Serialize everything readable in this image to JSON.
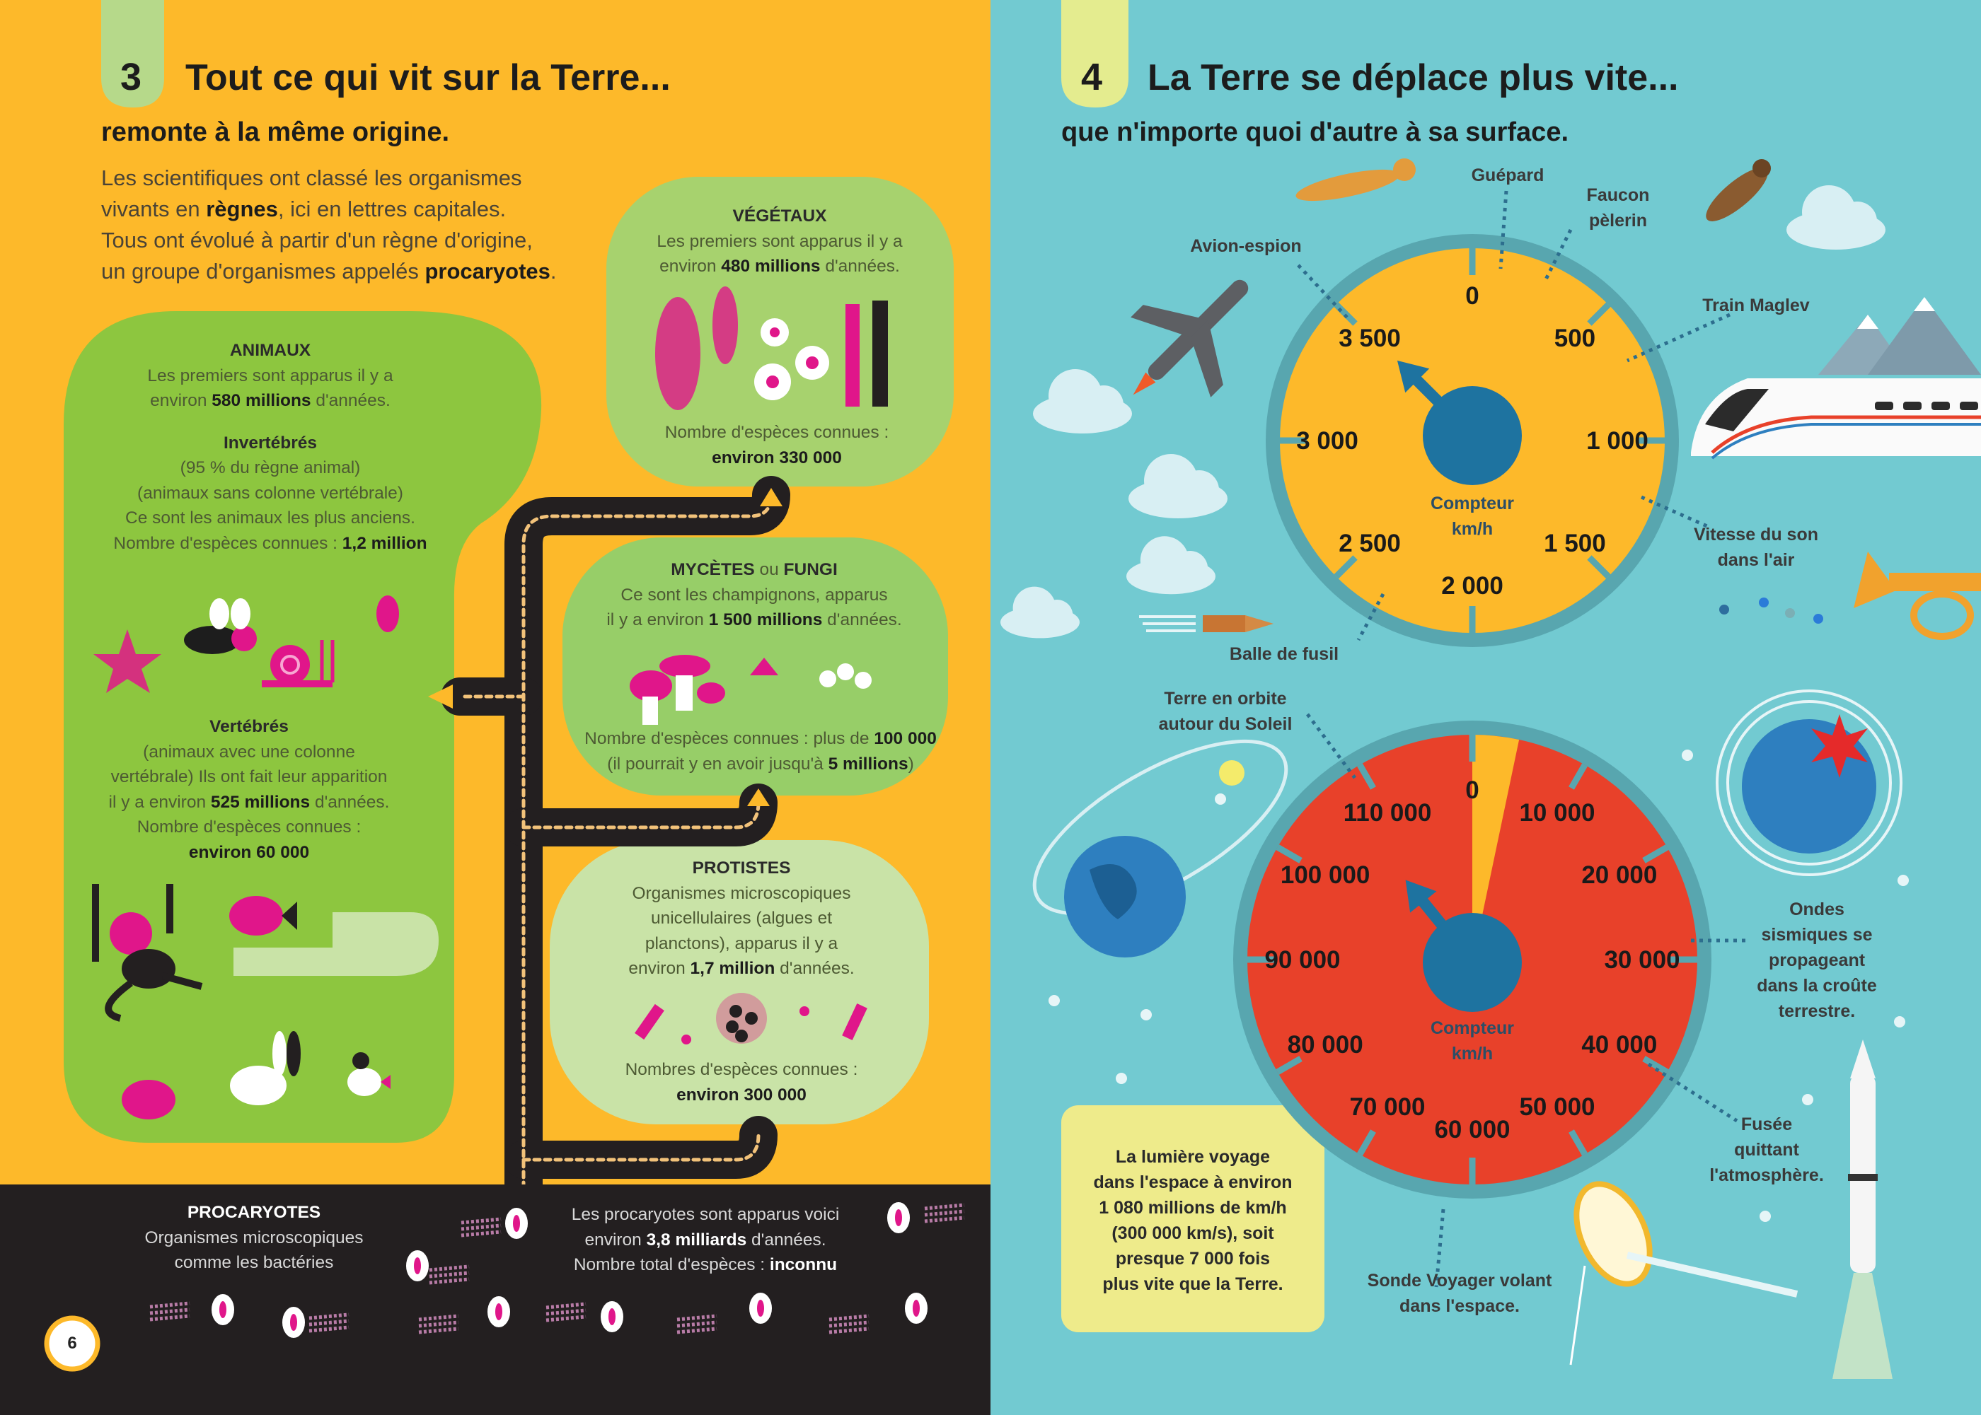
{
  "colors": {
    "left_bg": "#FDB92A",
    "right_bg": "#72CAD1",
    "green_animaux": "#8DC63F",
    "green_vegetaux": "#A7D26E",
    "green_mycetes": "#97CE68",
    "green_protistes": "#C9E3A7",
    "band": "#231F20",
    "gauge_ring": "#58A6AF",
    "gauge1_face": "#FDB92A",
    "gauge2_face": "#E8412A",
    "gauge_hub": "#1E73A0",
    "magenta": "#E0168A"
  },
  "left_page": {
    "section_number": "3",
    "title": "Tout ce qui vit sur la Terre...",
    "subtitle": "remonte à la même origine.",
    "intro": [
      [
        "Les scientifiques ont classé les organismes"
      ],
      [
        "vivants en ",
        {
          "b": "règnes"
        },
        ", ici en lettres capitales."
      ],
      [
        "Tous ont évolué à partir d'un règne d'origine,"
      ],
      [
        "un groupe d'organismes appelés ",
        {
          "b": "procaryotes"
        },
        "."
      ]
    ],
    "animaux": [
      [
        {
          "h": "ANIMAUX"
        }
      ],
      [
        "Les premiers sont apparus il y a"
      ],
      [
        "environ ",
        {
          "b": "580 millions"
        },
        " d'années."
      ],
      [],
      [
        {
          "h": "Invertébrés"
        }
      ],
      [
        "(95 % du règne animal)"
      ],
      [
        "(animaux sans colonne vertébrale)"
      ],
      [
        "Ce sont les animaux les plus anciens."
      ],
      [
        "Nombre d'espèces connues : ",
        {
          "b": "1,2 million"
        }
      ]
    ],
    "vertebres": [
      [
        {
          "h": "Vertébrés"
        }
      ],
      [
        "(animaux avec une colonne"
      ],
      [
        "vertébrale) Ils ont fait leur apparition"
      ],
      [
        "il y a environ ",
        {
          "b": "525 millions"
        },
        " d'années."
      ],
      [
        "Nombre d'espèces connues :"
      ],
      [
        {
          "b": "environ 60 000"
        }
      ]
    ],
    "vegetaux_top": [
      [
        {
          "h": "VÉGÉTAUX"
        }
      ],
      [
        "Les premiers sont apparus il y a"
      ],
      [
        "environ ",
        {
          "b": "480 millions"
        },
        " d'années."
      ]
    ],
    "vegetaux_count": [
      [
        "Nombre d'espèces connues :"
      ],
      [
        {
          "b": "environ 330 000"
        }
      ]
    ],
    "mycetes_top": [
      [
        {
          "h": "MYCÈTES"
        },
        " ou ",
        {
          "h": "FUNGI"
        }
      ],
      [
        "Ce sont les champignons, apparus"
      ],
      [
        "il y a environ ",
        {
          "b": "1 500 millions"
        },
        " d'années."
      ]
    ],
    "mycetes_count": [
      [
        "Nombre d'espèces connues : plus de ",
        {
          "b": "100 000"
        }
      ],
      [
        "(il pourrait y en avoir jusqu'à ",
        {
          "b": "5 millions"
        },
        ")"
      ]
    ],
    "protistes_top": [
      [
        {
          "h": "PROTISTES"
        }
      ],
      [
        "Organismes microscopiques"
      ],
      [
        "unicellulaires (algues et"
      ],
      [
        "planctons), apparus il y a"
      ],
      [
        "environ ",
        {
          "b": "1,7 million"
        },
        " d'années."
      ]
    ],
    "protistes_count": [
      [
        "Nombres d'espèces connues :"
      ],
      [
        {
          "b": "environ 300 000"
        }
      ]
    ],
    "procaryotes_left": [
      [
        {
          "h": "PROCARYOTES"
        }
      ],
      [
        "Organismes microscopiques"
      ],
      [
        "comme les bactéries"
      ]
    ],
    "procaryotes_right": [
      [
        "Les procaryotes sont apparus voici"
      ],
      [
        "environ ",
        {
          "b": "3,8 milliards"
        },
        " d'années."
      ],
      [
        "Nombre total d'espèces : ",
        {
          "b": "inconnu"
        }
      ]
    ],
    "page_number": "6"
  },
  "right_page": {
    "section_number": "4",
    "title": "La Terre se déplace plus vite...",
    "subtitle": "que n'importe quoi d'autre à sa surface.",
    "gauge1": {
      "ticks": [
        "0",
        "500",
        "1 000",
        "1 500",
        "2 000",
        "2 500",
        "3 000",
        "3 500"
      ],
      "max": 4000,
      "needle_value": 3500,
      "caption": [
        "Compteur",
        "km/h"
      ]
    },
    "gauge2": {
      "ticks": [
        "0",
        "10 000",
        "20 000",
        "30 000",
        "40 000",
        "50 000",
        "60 000",
        "70 000",
        "80 000",
        "90 000",
        "100 000",
        "110 000"
      ],
      "max": 120000,
      "needle_value": 107000,
      "highlight_range": [
        0,
        4000
      ],
      "caption": [
        "Compteur",
        "km/h"
      ]
    },
    "annotations": {
      "guepard": [
        [
          "Guépard"
        ]
      ],
      "faucon": [
        [
          "Faucon"
        ],
        [
          "pèlerin"
        ]
      ],
      "avion": [
        [
          "Avion-espion"
        ]
      ],
      "train": [
        [
          "Train Maglev"
        ]
      ],
      "son": [
        [
          "Vitesse du son"
        ],
        [
          "dans l'air"
        ]
      ],
      "balle": [
        [
          "Balle de fusil"
        ]
      ],
      "terre": [
        [
          "Terre en orbite"
        ],
        [
          "autour du Soleil"
        ]
      ],
      "ondes": [
        [
          "Ondes"
        ],
        [
          "sismiques se"
        ],
        [
          "propageant"
        ],
        [
          "dans la croûte"
        ],
        [
          "terrestre."
        ]
      ],
      "fusee": [
        [
          "Fusée"
        ],
        [
          "quittant"
        ],
        [
          "l'atmosphère."
        ]
      ],
      "sonde": [
        [
          "Sonde Voyager volant"
        ],
        [
          "dans l'espace."
        ]
      ]
    },
    "light_box": [
      [
        "La lumière voyage"
      ],
      [
        "dans l'espace à environ"
      ],
      [
        "1 080 millions de km/h"
      ],
      [
        "(300 000 km/s), soit"
      ],
      [
        "presque 7 000 fois"
      ],
      [
        "plus vite que la Terre."
      ]
    ]
  }
}
